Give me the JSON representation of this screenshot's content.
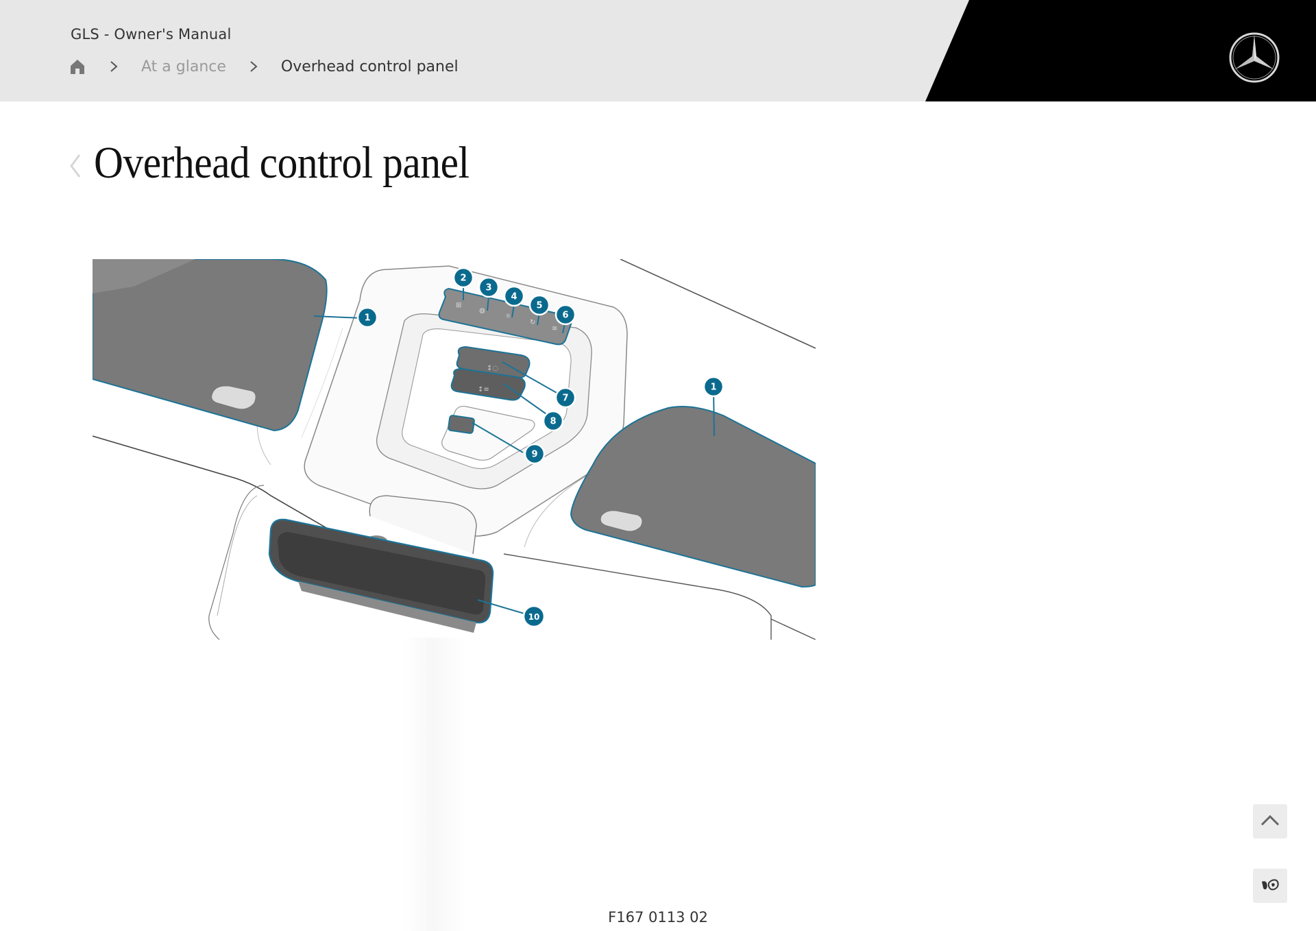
{
  "header": {
    "manual_title": "GLS - Owner's Manual",
    "breadcrumb": {
      "home_icon": "home-icon",
      "items": [
        {
          "label": "At a glance"
        },
        {
          "label": "Overhead control panel"
        }
      ]
    },
    "logo_icon": "mercedes-star-icon"
  },
  "page": {
    "title": "Overhead control panel"
  },
  "figure": {
    "callouts": [
      "1",
      "2",
      "3",
      "4",
      "5",
      "6",
      "7",
      "8",
      "9",
      "10",
      "1"
    ],
    "caption": "F167 0113 02"
  },
  "floating_buttons": {
    "scroll_top_icon": "chevron-up-icon",
    "vehicle_icon": "car-icon"
  },
  "colors": {
    "header_bg": "#e7e7e7",
    "header_black": "#000000",
    "callout": "#0a6a8e"
  }
}
